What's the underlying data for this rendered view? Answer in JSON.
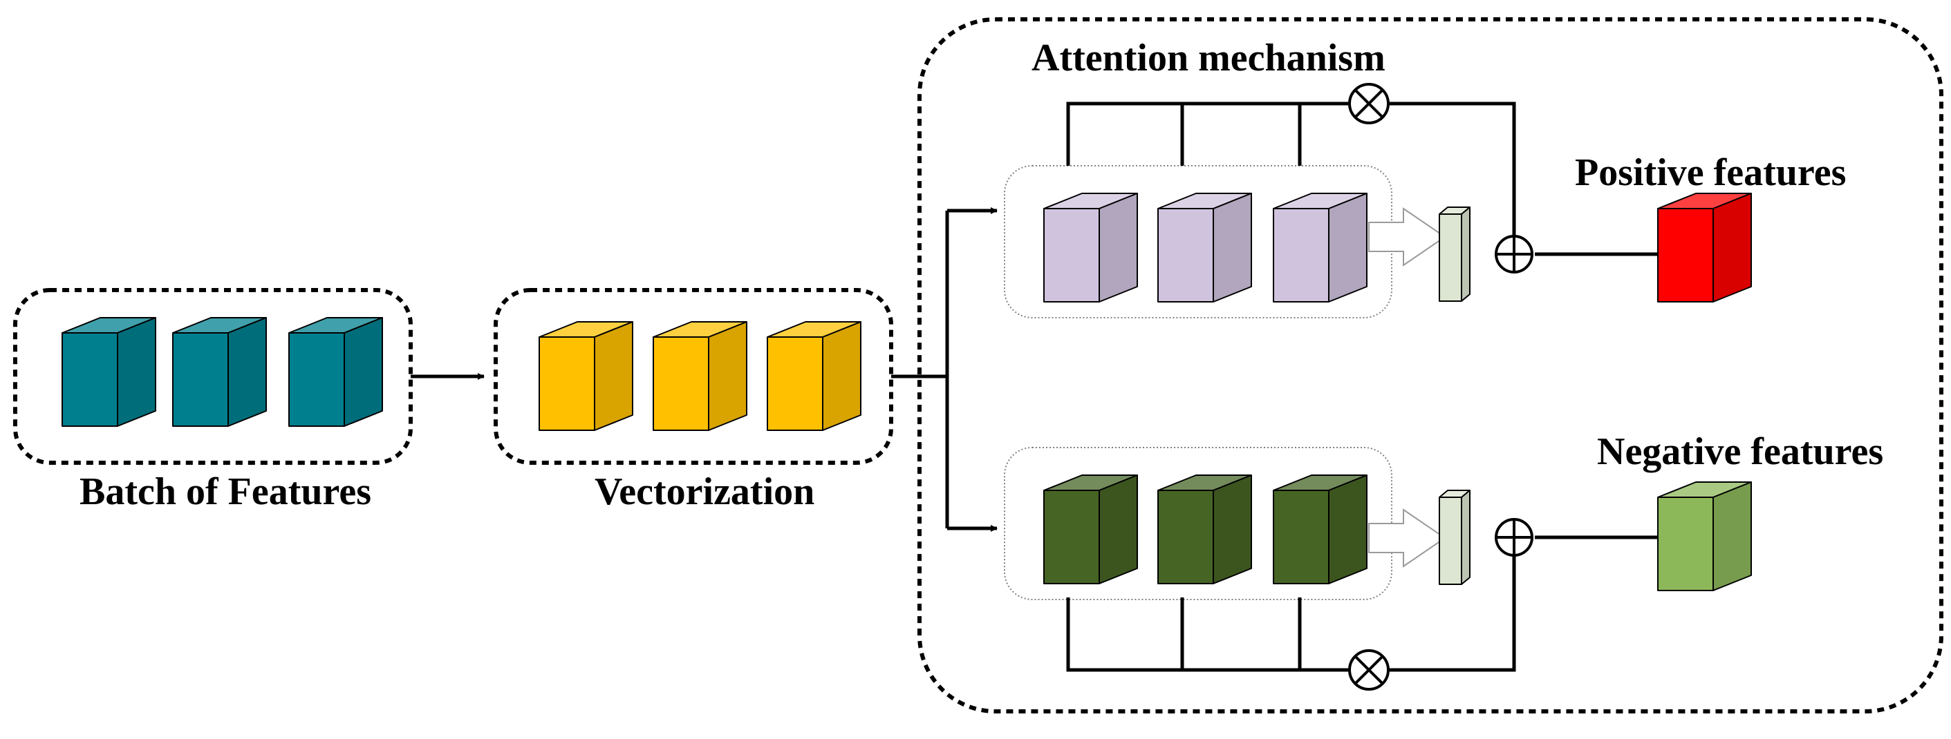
{
  "labels": {
    "batch": "Batch of Features",
    "vectorization": "Vectorization",
    "attention": "Attention mechanism",
    "positive": "Positive features",
    "negative": "Negative features"
  },
  "symbols": {
    "multiply": "⊗",
    "add": "⊕"
  },
  "colors": {
    "batch_cube": "#00808F",
    "vector_cube": "#FFC000",
    "attention_cube_top": "#D0C3DE",
    "attention_cube_bottom": "#466424",
    "slim_cube": "#DDE6D2",
    "positive_cube": "#FF0000",
    "negative_cube": "#8DB85A",
    "panel_background": "#E7EFDF"
  }
}
